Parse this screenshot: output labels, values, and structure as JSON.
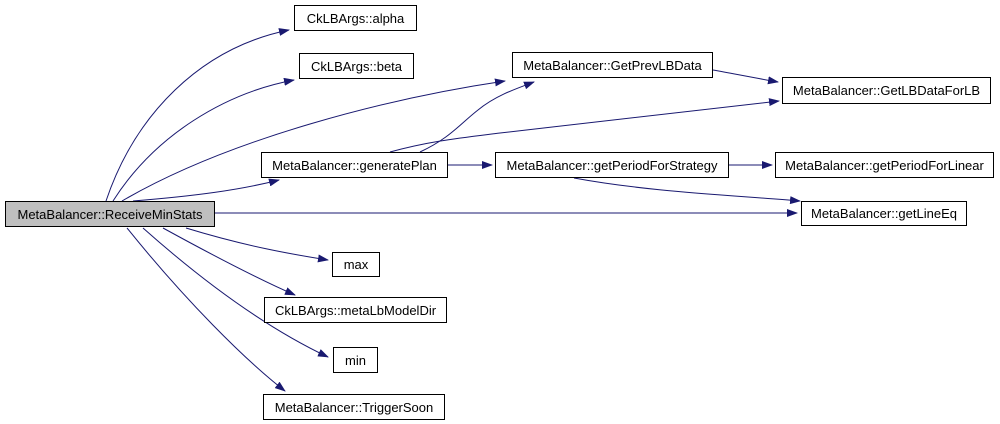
{
  "diagram": {
    "type": "call-graph",
    "colors": {
      "edge": "#191970",
      "node_border": "#000000",
      "node_fill": "#ffffff",
      "root_fill": "#bfbfbf",
      "text": "#000000"
    },
    "nodes": [
      {
        "id": "receiveminstats",
        "label": "MetaBalancer::ReceiveMinStats",
        "highlighted": true
      },
      {
        "id": "alpha",
        "label": "CkLBArgs::alpha"
      },
      {
        "id": "beta",
        "label": "CkLBArgs::beta"
      },
      {
        "id": "getprevlbdata",
        "label": "MetaBalancer::GetPrevLBData"
      },
      {
        "id": "getlbdataforlb",
        "label": "MetaBalancer::GetLBDataForLB"
      },
      {
        "id": "generateplan",
        "label": "MetaBalancer::generatePlan"
      },
      {
        "id": "getperiodforstrategy",
        "label": "MetaBalancer::getPeriodForStrategy"
      },
      {
        "id": "getperiodforlinear",
        "label": "MetaBalancer::getPeriodForLinear"
      },
      {
        "id": "getlineeq",
        "label": "MetaBalancer::getLineEq"
      },
      {
        "id": "max",
        "label": "max"
      },
      {
        "id": "metalbmodeldir",
        "label": "CkLBArgs::metaLbModelDir"
      },
      {
        "id": "min",
        "label": "min"
      },
      {
        "id": "triggersoon",
        "label": "MetaBalancer::TriggerSoon"
      }
    ],
    "edges": [
      {
        "from": "receiveminstats",
        "to": "alpha"
      },
      {
        "from": "receiveminstats",
        "to": "beta"
      },
      {
        "from": "receiveminstats",
        "to": "getprevlbdata"
      },
      {
        "from": "receiveminstats",
        "to": "generateplan"
      },
      {
        "from": "receiveminstats",
        "to": "getlineeq"
      },
      {
        "from": "receiveminstats",
        "to": "max"
      },
      {
        "from": "receiveminstats",
        "to": "metalbmodeldir"
      },
      {
        "from": "receiveminstats",
        "to": "min"
      },
      {
        "from": "receiveminstats",
        "to": "triggersoon"
      },
      {
        "from": "generateplan",
        "to": "getprevlbdata"
      },
      {
        "from": "generateplan",
        "to": "getlbdataforlb"
      },
      {
        "from": "generateplan",
        "to": "getperiodforstrategy"
      },
      {
        "from": "getprevlbdata",
        "to": "getlbdataforlb"
      },
      {
        "from": "getperiodforstrategy",
        "to": "getperiodforlinear"
      },
      {
        "from": "getperiodforstrategy",
        "to": "getlineeq"
      }
    ]
  }
}
